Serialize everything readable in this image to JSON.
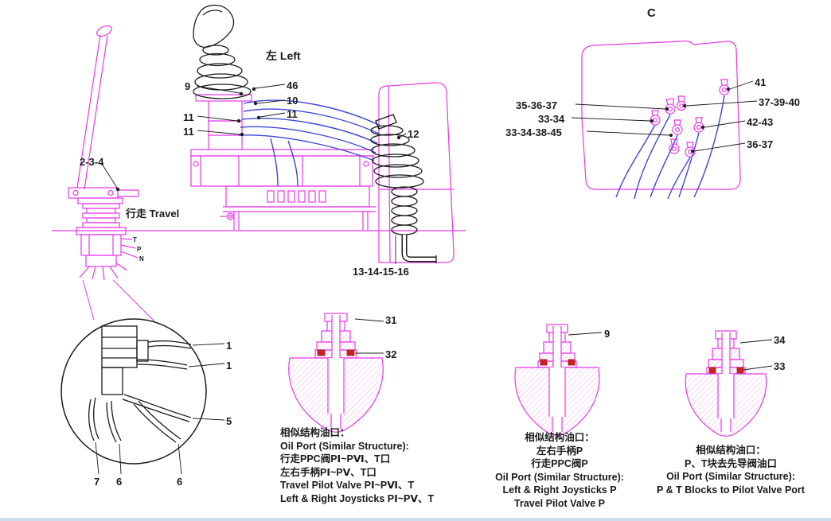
{
  "labels": {
    "section_c": "C",
    "left": "左 Left",
    "travel": "行走 Travel"
  },
  "port_letters": {
    "t": "T",
    "p": "P",
    "n": "N"
  },
  "callouts": {
    "travel_lever": "2-3-4",
    "j9": "9",
    "j46": "46",
    "j10": "10",
    "j11r": "11",
    "j11l1": "11",
    "j11l2": "11",
    "j12": "12",
    "hose_group": "13-14-15-16",
    "d1a": "1",
    "d1b": "1",
    "d5": "5",
    "d7": "7",
    "d6a": "6",
    "d6b": "6",
    "p41": "41",
    "p35_36_37": "35-36-37",
    "p37_39_40": "37-39-40",
    "p33_34": "33-34",
    "p42_43": "42-43",
    "p33_34_38_45": "33-34-38-45",
    "p36_37": "36-37",
    "s1_31": "31",
    "s1_32": "32",
    "s2_9": "9",
    "s3_34": "34",
    "s3_33": "33"
  },
  "notes": {
    "note1": {
      "lines": [
        "相似结构油口：",
        "Oil Port (Similar Structure):",
        "行走PPC阀PⅠ~PⅥ、T口",
        "左右手柄PⅠ~PⅤ、T口",
        "Travel Pilot Valve PⅠ~PⅥ、T",
        "Left & Right Joysticks PⅠ~PⅤ、T"
      ]
    },
    "note2": {
      "lines": [
        "相似结构油口：",
        "左右手柄P",
        "行走PPC阀P",
        "Oil Port (Similar Structure):",
        "Left & Right Joysticks P",
        "Travel Pilot Valve P"
      ]
    },
    "note3": {
      "lines": [
        "相似结构油口：",
        "P、T块去先导阀油口",
        "Oil Port (Similar Structure):",
        "P & T Blocks to Pilot Valve Port"
      ]
    }
  },
  "colors": {
    "magenta": "#e838e8",
    "hatch": "#f2aef2",
    "blue": "#3c46d8",
    "ink": "#1a1a1a",
    "red": "#cc2222",
    "edge": "#cfdcec"
  }
}
